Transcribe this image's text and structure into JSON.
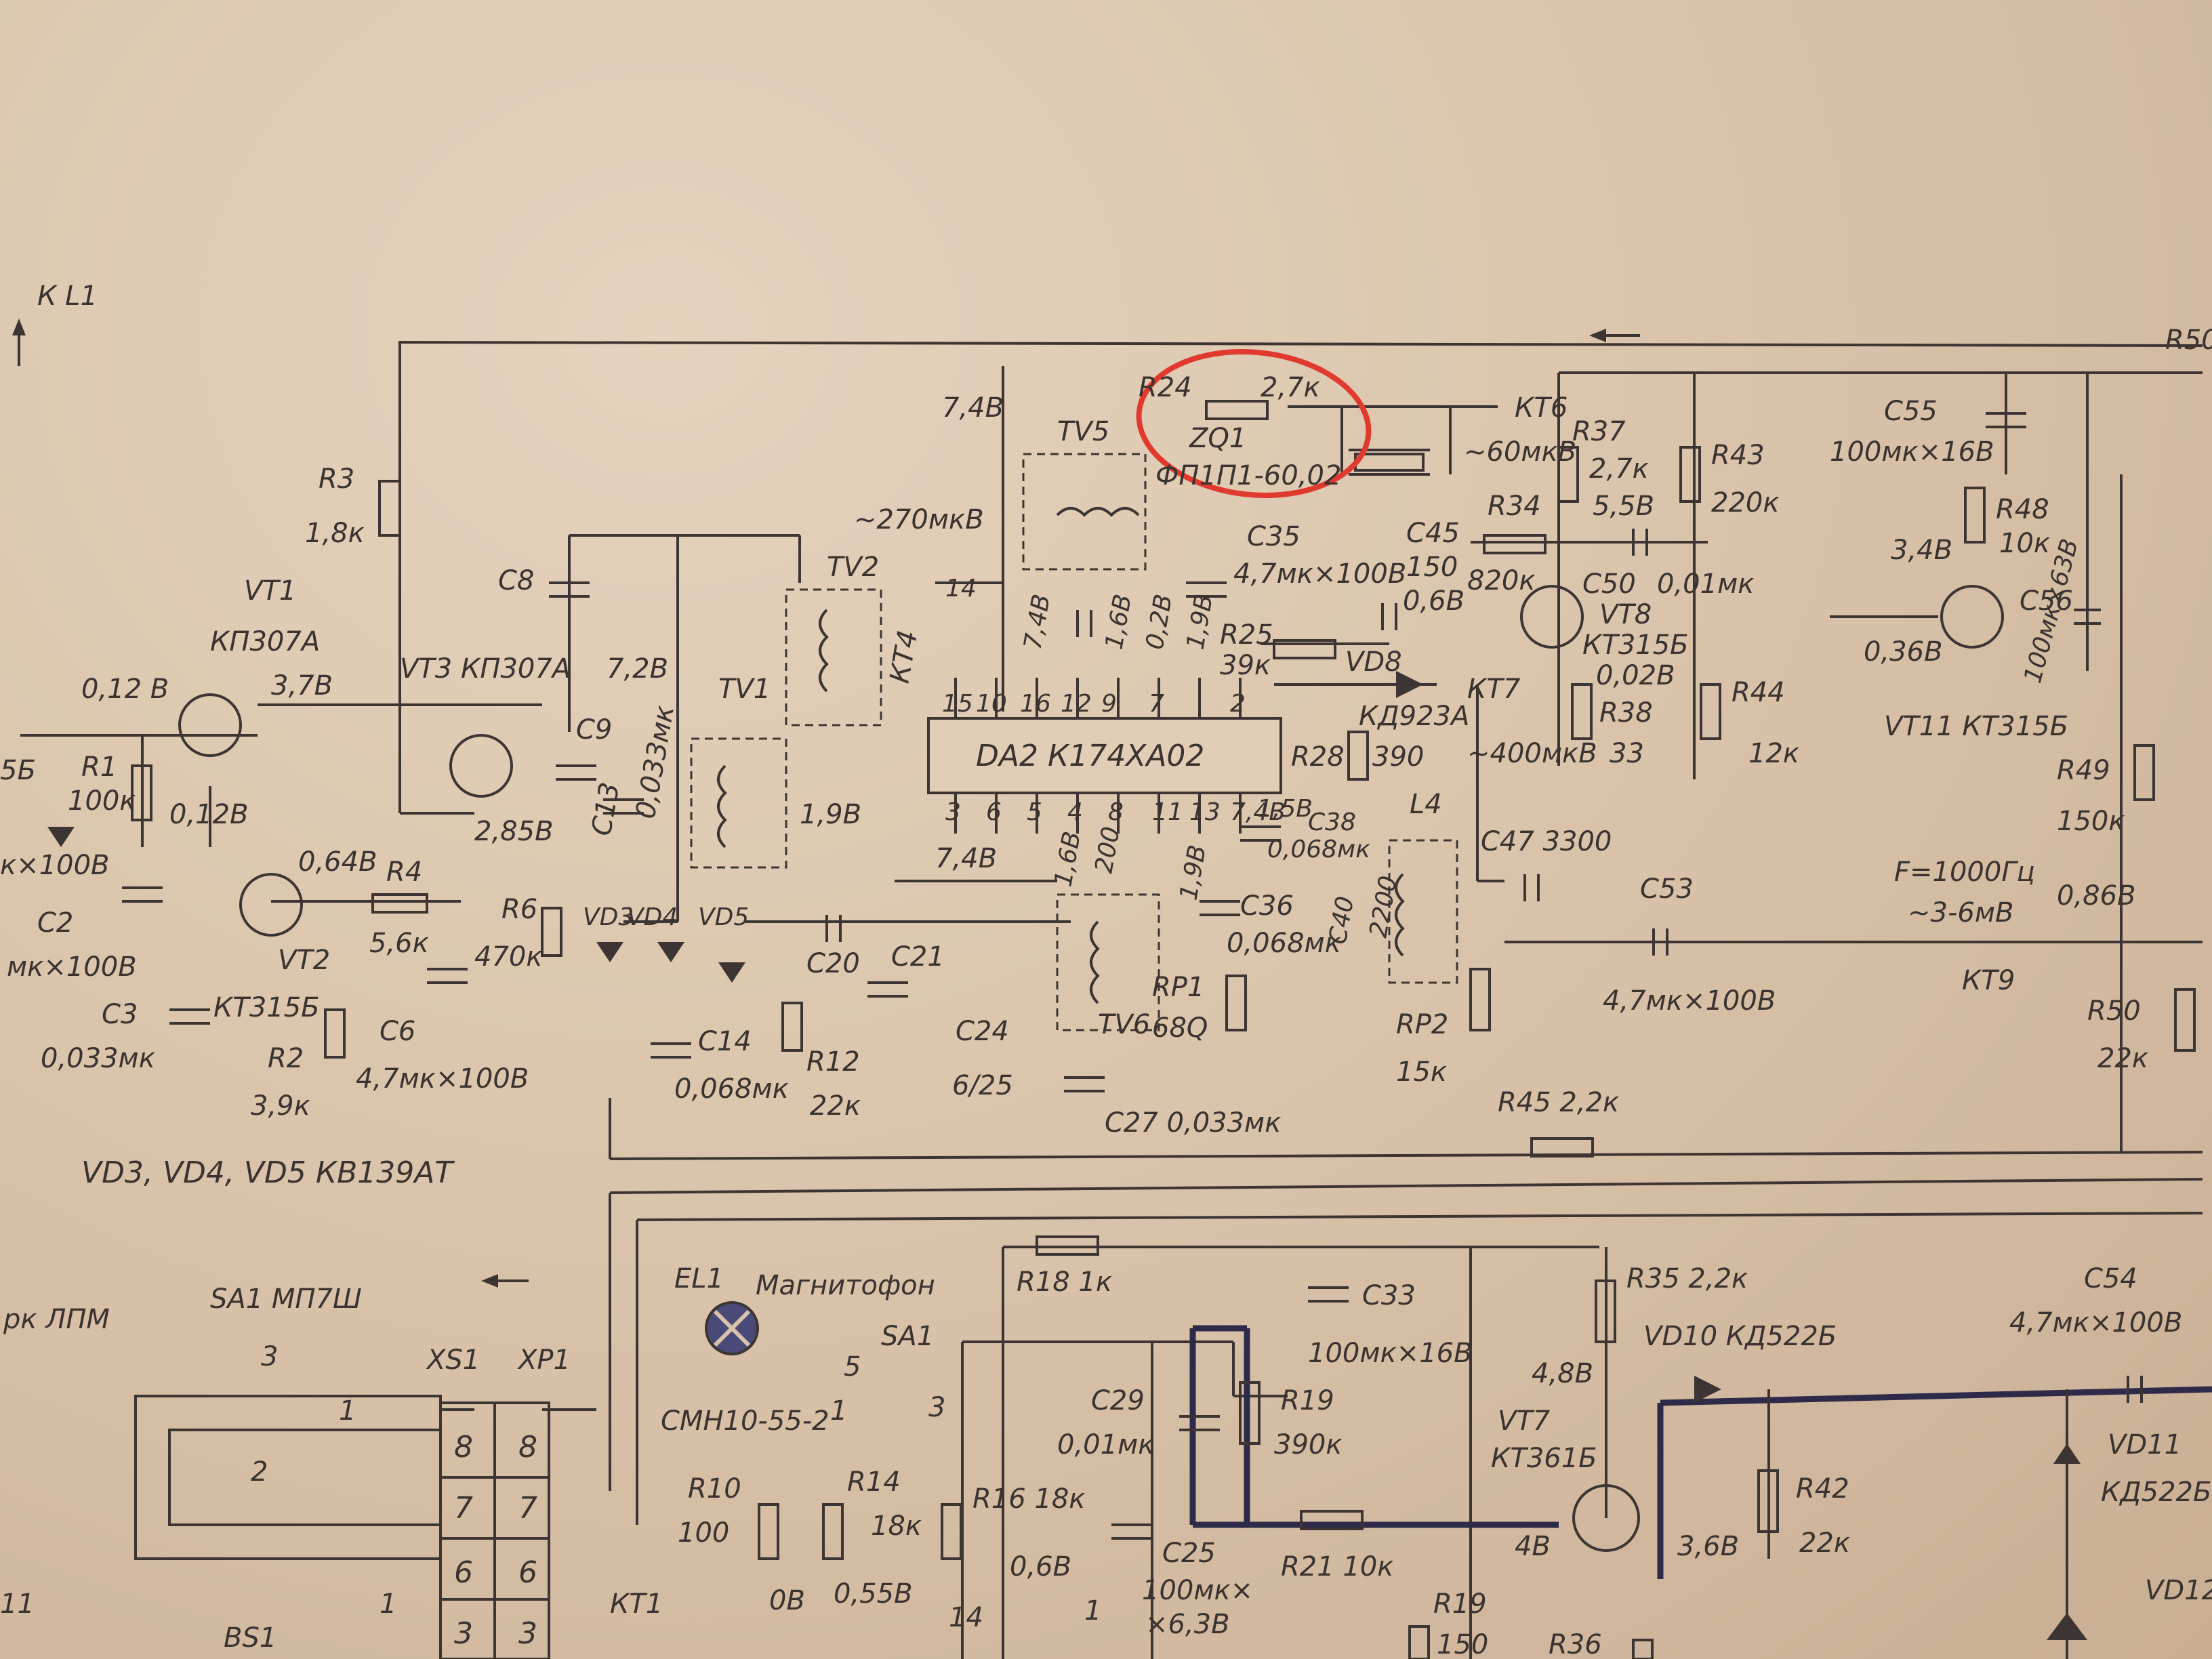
{
  "schematic": {
    "labels": [
      {
        "id": "l-kl1",
        "text": "К L1"
      },
      {
        "id": "l-r3",
        "text": "R3"
      },
      {
        "id": "l-r3v",
        "text": "1,8к"
      },
      {
        "id": "l-vt1",
        "text": "VT1"
      },
      {
        "id": "l-vt1t",
        "text": "КП307А"
      },
      {
        "id": "l-012b",
        "text": "0,12 В"
      },
      {
        "id": "l-37b",
        "text": "3,7В"
      },
      {
        "id": "l-vt3",
        "text": "VT3  КП307А"
      },
      {
        "id": "l-72b",
        "text": "7,2В"
      },
      {
        "id": "l-c8",
        "text": "C8"
      },
      {
        "id": "l-74b",
        "text": "7,4В"
      },
      {
        "id": "l-tv5",
        "text": "TV5"
      },
      {
        "id": "l-r24",
        "text": "R24"
      },
      {
        "id": "l-27k",
        "text": "2,7к"
      },
      {
        "id": "l-zq1",
        "text": "ZQ1"
      },
      {
        "id": "l-fp",
        "text": "ФП1П1-60,02"
      },
      {
        "id": "l-kt6",
        "text": "КТ6"
      },
      {
        "id": "l-60mkv",
        "text": "~60мкВ"
      },
      {
        "id": "l-r37",
        "text": "R37"
      },
      {
        "id": "l-r37v",
        "text": "2,7к"
      },
      {
        "id": "l-r43",
        "text": "R43"
      },
      {
        "id": "l-r43v",
        "text": "220к"
      },
      {
        "id": "l-c55",
        "text": "C55"
      },
      {
        "id": "l-c55v",
        "text": "100мк×16В"
      },
      {
        "id": "l-r50top",
        "text": "R50"
      },
      {
        "id": "l-270",
        "text": "~270мкВ"
      },
      {
        "id": "l-tv2",
        "text": "TV2"
      },
      {
        "id": "l-c35",
        "text": "C35"
      },
      {
        "id": "l-c35v",
        "text": "4,7мк×100В"
      },
      {
        "id": "l-c45",
        "text": "C45"
      },
      {
        "id": "l-c45v",
        "text": "150"
      },
      {
        "id": "l-r34",
        "text": "R34"
      },
      {
        "id": "l-r34v",
        "text": "820к"
      },
      {
        "id": "l-55b",
        "text": "5,5В"
      },
      {
        "id": "l-c50",
        "text": "C50"
      },
      {
        "id": "l-c50v",
        "text": "0,01мк"
      },
      {
        "id": "l-r48",
        "text": "R48"
      },
      {
        "id": "l-r48v",
        "text": "10к"
      },
      {
        "id": "l-34b",
        "text": "3,4В"
      },
      {
        "id": "l-06b",
        "text": "0,6В"
      },
      {
        "id": "l-vt8",
        "text": "VT8"
      },
      {
        "id": "l-vt8t",
        "text": "КТ315Б"
      },
      {
        "id": "l-r25",
        "text": "R25"
      },
      {
        "id": "l-r25v",
        "text": "39к"
      },
      {
        "id": "l-vd8",
        "text": "VD8"
      },
      {
        "id": "l-kt7",
        "text": "КТ7"
      },
      {
        "id": "l-002b",
        "text": "0,02В"
      },
      {
        "id": "l-r38",
        "text": "R38"
      },
      {
        "id": "l-r38v",
        "text": "33"
      },
      {
        "id": "l-r44",
        "text": "R44"
      },
      {
        "id": "l-r44v",
        "text": "12к"
      },
      {
        "id": "l-036b",
        "text": "0,36В"
      },
      {
        "id": "l-vt11",
        "text": "VT11  КТ315Б"
      },
      {
        "id": "l-c56",
        "text": "C56"
      },
      {
        "id": "l-c56v",
        "text": "100мк×63В"
      },
      {
        "id": "l-kt4",
        "text": "КТ4"
      },
      {
        "id": "l-tv1",
        "text": "TV1"
      },
      {
        "id": "l-da2",
        "text": "DA2  К174ХА02"
      },
      {
        "id": "l-r28",
        "text": "R28"
      },
      {
        "id": "l-kd923",
        "text": "КД923А"
      },
      {
        "id": "l-390",
        "text": "390"
      },
      {
        "id": "l-400",
        "text": "~400мкВ"
      },
      {
        "id": "l-r49",
        "text": "R49"
      },
      {
        "id": "l-r49v",
        "text": "150к"
      },
      {
        "id": "l-19b",
        "text": "1,9В"
      },
      {
        "id": "l-15b",
        "text": "1,5В"
      },
      {
        "id": "l-c38",
        "text": "C38"
      },
      {
        "id": "l-c38v",
        "text": "0,068мк"
      },
      {
        "id": "l-l4",
        "text": "L4"
      },
      {
        "id": "l-c47",
        "text": "C47  3300"
      },
      {
        "id": "l-c53",
        "text": "C53"
      },
      {
        "id": "l-f1000",
        "text": "F=1000Гц"
      },
      {
        "id": "l-36mv",
        "text": "~3-6мВ"
      },
      {
        "id": "l-086b",
        "text": "0,86В"
      },
      {
        "id": "l-r1",
        "text": "R1"
      },
      {
        "id": "l-r1v",
        "text": "100к"
      },
      {
        "id": "l-012b2",
        "text": "0,12В"
      },
      {
        "id": "l-285b",
        "text": "2,85В"
      },
      {
        "id": "l-c9",
        "text": "C9"
      },
      {
        "id": "l-c13",
        "text": "C13"
      },
      {
        "id": "l-c13v",
        "text": "0,033мк"
      },
      {
        "id": "l-064b",
        "text": "0,64В"
      },
      {
        "id": "l-r4",
        "text": "R4"
      },
      {
        "id": "l-r4v",
        "text": "5,6к"
      },
      {
        "id": "l-r6",
        "text": "R6"
      },
      {
        "id": "l-r6v",
        "text": "470к"
      },
      {
        "id": "l-vd3",
        "text": "VD3"
      },
      {
        "id": "l-vd4",
        "text": "VD4"
      },
      {
        "id": "l-vd5",
        "text": "VD5"
      },
      {
        "id": "l-74b2",
        "text": "7,4В"
      },
      {
        "id": "l-c36",
        "text": "C36"
      },
      {
        "id": "l-c36v",
        "text": "0,068мк"
      },
      {
        "id": "l-2200",
        "text": "2200"
      },
      {
        "id": "l-c40",
        "text": "C40"
      },
      {
        "id": "l-c2",
        "text": "C2"
      },
      {
        "id": "l-c2v",
        "text": "мк×100В"
      },
      {
        "id": "l-c20",
        "text": "C20"
      },
      {
        "id": "l-c21",
        "text": "C21"
      },
      {
        "id": "l-c24",
        "text": "C24"
      },
      {
        "id": "l-rp1",
        "text": "RP1"
      },
      {
        "id": "l-rp1v",
        "text": "68Q"
      },
      {
        "id": "l-rp2",
        "text": "RP2"
      },
      {
        "id": "l-rp2v",
        "text": "15к"
      },
      {
        "id": "l-c53v",
        "text": "4,7мк×100В"
      },
      {
        "id": "l-kt9",
        "text": "КТ9"
      },
      {
        "id": "l-c3",
        "text": "C3"
      },
      {
        "id": "l-c3v",
        "text": "0,033мк"
      },
      {
        "id": "l-vt2",
        "text": "VT2"
      },
      {
        "id": "l-kt315",
        "text": "КТ315Б"
      },
      {
        "id": "l-c6",
        "text": "C6"
      },
      {
        "id": "l-c6v",
        "text": "4,7мк×100В"
      },
      {
        "id": "l-c14",
        "text": "C14"
      },
      {
        "id": "l-c14v",
        "text": "0,068мк"
      },
      {
        "id": "l-r12",
        "text": "R12"
      },
      {
        "id": "l-r12v",
        "text": "22к"
      },
      {
        "id": "l-625",
        "text": "6/25"
      },
      {
        "id": "l-tv6",
        "text": "TV6"
      },
      {
        "id": "l-r50",
        "text": "R50"
      },
      {
        "id": "l-r50v",
        "text": "22к"
      },
      {
        "id": "l-r2",
        "text": "R2"
      },
      {
        "id": "l-r2v",
        "text": "3,9к"
      },
      {
        "id": "l-c27",
        "text": "C27  0,033мк"
      },
      {
        "id": "l-r45",
        "text": "R45  2,2к"
      },
      {
        "id": "l-vds",
        "text": "VD3, VD4, VD5   КВ139АТ"
      },
      {
        "id": "l-el1",
        "text": "EL1"
      },
      {
        "id": "l-magn",
        "text": "Магнитофон"
      },
      {
        "id": "l-r18",
        "text": "R18  1к"
      },
      {
        "id": "l-c33",
        "text": "C33"
      },
      {
        "id": "l-c33v",
        "text": "100мк×16В"
      },
      {
        "id": "l-r35",
        "text": "R35  2,2к"
      },
      {
        "id": "l-c54",
        "text": "C54"
      },
      {
        "id": "l-c54v",
        "text": "4,7мк×100В"
      },
      {
        "id": "l-lpm",
        "text": "рк  ЛПМ"
      },
      {
        "id": "l-sa1",
        "text": "SA1  МП7Ш"
      },
      {
        "id": "l-xs1",
        "text": "XS1"
      },
      {
        "id": "l-xp1",
        "text": "XP1"
      },
      {
        "id": "l-sa1b",
        "text": "SA1"
      },
      {
        "id": "l-smn",
        "text": "СМН10-55-2"
      },
      {
        "id": "l-c29",
        "text": "C29"
      },
      {
        "id": "l-c29v",
        "text": "0,01мк"
      },
      {
        "id": "l-r19",
        "text": "R19"
      },
      {
        "id": "l-r19v",
        "text": "390к"
      },
      {
        "id": "l-48b",
        "text": "4,8В"
      },
      {
        "id": "l-vd10",
        "text": "VD10  КД522Б"
      },
      {
        "id": "l-vt7",
        "text": "VT7"
      },
      {
        "id": "l-vt7t",
        "text": "КТ361Б"
      },
      {
        "id": "l-vd11",
        "text": "VD11"
      },
      {
        "id": "l-vd11t",
        "text": "КД522Б"
      },
      {
        "id": "l-r10",
        "text": "R10"
      },
      {
        "id": "l-r10v",
        "text": "100"
      },
      {
        "id": "l-r14",
        "text": "R14"
      },
      {
        "id": "l-r14v",
        "text": "18к"
      },
      {
        "id": "l-r16",
        "text": "R16  18к"
      },
      {
        "id": "l-4b",
        "text": "4В"
      },
      {
        "id": "l-36b",
        "text": "3,6В"
      },
      {
        "id": "l-r42",
        "text": "R42"
      },
      {
        "id": "l-r42v",
        "text": "22к"
      },
      {
        "id": "l-c25",
        "text": "C25"
      },
      {
        "id": "l-c25v",
        "text": "100мк×"
      },
      {
        "id": "l-c25v2",
        "text": "×6,3В"
      },
      {
        "id": "l-06b2",
        "text": "0,6В"
      },
      {
        "id": "l-r21",
        "text": "R21  10к"
      },
      {
        "id": "l-kt1",
        "text": "КТ1"
      },
      {
        "id": "l-0b",
        "text": "0В"
      },
      {
        "id": "l-055b",
        "text": "0,55В"
      },
      {
        "id": "l-r19b",
        "text": "R19"
      },
      {
        "id": "l-150",
        "text": "150"
      },
      {
        "id": "l-r36",
        "text": "R36"
      },
      {
        "id": "l-bs1",
        "text": "BS1"
      },
      {
        "id": "l-vd12",
        "text": "VD12"
      },
      {
        "id": "l-n11",
        "text": "11"
      },
      {
        "id": "l-n8a",
        "text": "8"
      },
      {
        "id": "l-n8b",
        "text": "8"
      },
      {
        "id": "l-n7a",
        "text": "7"
      },
      {
        "id": "l-n7b",
        "text": "7"
      },
      {
        "id": "l-n6a",
        "text": "6"
      },
      {
        "id": "l-n6b",
        "text": "6"
      },
      {
        "id": "l-n3a",
        "text": "3"
      },
      {
        "id": "l-n3b",
        "text": "3"
      },
      {
        "id": "l-n3c",
        "text": "3"
      },
      {
        "id": "l-n2",
        "text": "2"
      },
      {
        "id": "l-n1",
        "text": "1"
      },
      {
        "id": "l-n1b",
        "text": "1"
      },
      {
        "id": "l-n5",
        "text": "5"
      },
      {
        "id": "l-n3d",
        "text": "3"
      },
      {
        "id": "l-n1c",
        "text": "1"
      },
      {
        "id": "l-n14",
        "text": "14"
      },
      {
        "id": "l-p1",
        "text": "1"
      },
      {
        "id": "l-p14",
        "text": "14"
      },
      {
        "id": "l-p15",
        "text": "15"
      },
      {
        "id": "l-p10",
        "text": "10"
      },
      {
        "id": "l-p16",
        "text": "16"
      },
      {
        "id": "l-p12",
        "text": "12"
      },
      {
        "id": "l-p9",
        "text": "9"
      },
      {
        "id": "l-p7",
        "text": "7"
      },
      {
        "id": "l-p2",
        "text": "2"
      },
      {
        "id": "l-p3",
        "text": "3"
      },
      {
        "id": "l-p6",
        "text": "6"
      },
      {
        "id": "l-p5",
        "text": "5"
      },
      {
        "id": "l-p4",
        "text": "4"
      },
      {
        "id": "l-p8",
        "text": "8"
      },
      {
        "id": "l-p11",
        "text": "11"
      },
      {
        "id": "l-p13",
        "text": "13"
      },
      {
        "id": "l-v74a",
        "text": "7,4В"
      },
      {
        "id": "l-v74b",
        "text": "7,4В"
      },
      {
        "id": "l-v16",
        "text": "1,6В"
      },
      {
        "id": "l-v02",
        "text": "0,2В"
      },
      {
        "id": "l-v19a",
        "text": "1,9В"
      },
      {
        "id": "l-v16b",
        "text": "1,6В"
      },
      {
        "id": "l-v19b",
        "text": "1,9В"
      },
      {
        "id": "l-200",
        "text": "200"
      },
      {
        "id": "l-5b",
        "text": "5Б"
      },
      {
        "id": "l-x100b",
        "text": "к×100В"
      }
    ],
    "highlight_color": "#e03a2e",
    "ink_color": "#3d3533",
    "paper_color": "#d9c3ac"
  }
}
